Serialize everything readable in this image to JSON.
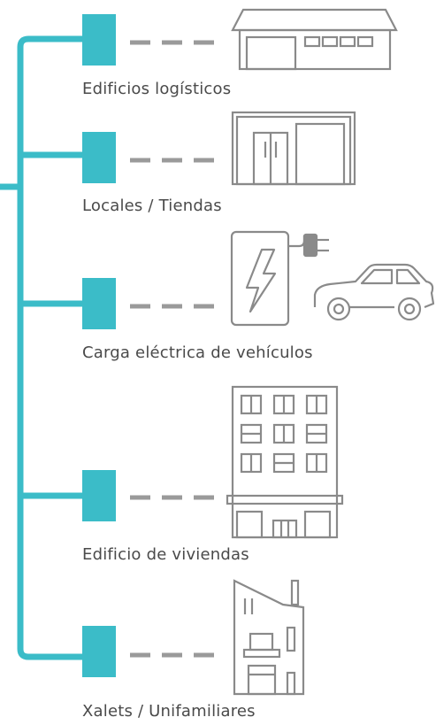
{
  "colors": {
    "accent": "#3bbcc8",
    "icon_stroke": "#8a8a8a",
    "dash": "#9a9a9a",
    "label_text": "#4a4a4a"
  },
  "categories": [
    {
      "label": "Edificios logísticos",
      "icon": "warehouse-icon"
    },
    {
      "label": "Locales / Tiendas",
      "icon": "storefront-icon"
    },
    {
      "label": "Carga eléctrica de vehículos",
      "icon": "ev-charger-car-icon"
    },
    {
      "label": "Edificio de viviendas",
      "icon": "apartment-building-icon"
    },
    {
      "label": "Xalets / Unifamiliares",
      "icon": "house-icon"
    }
  ]
}
